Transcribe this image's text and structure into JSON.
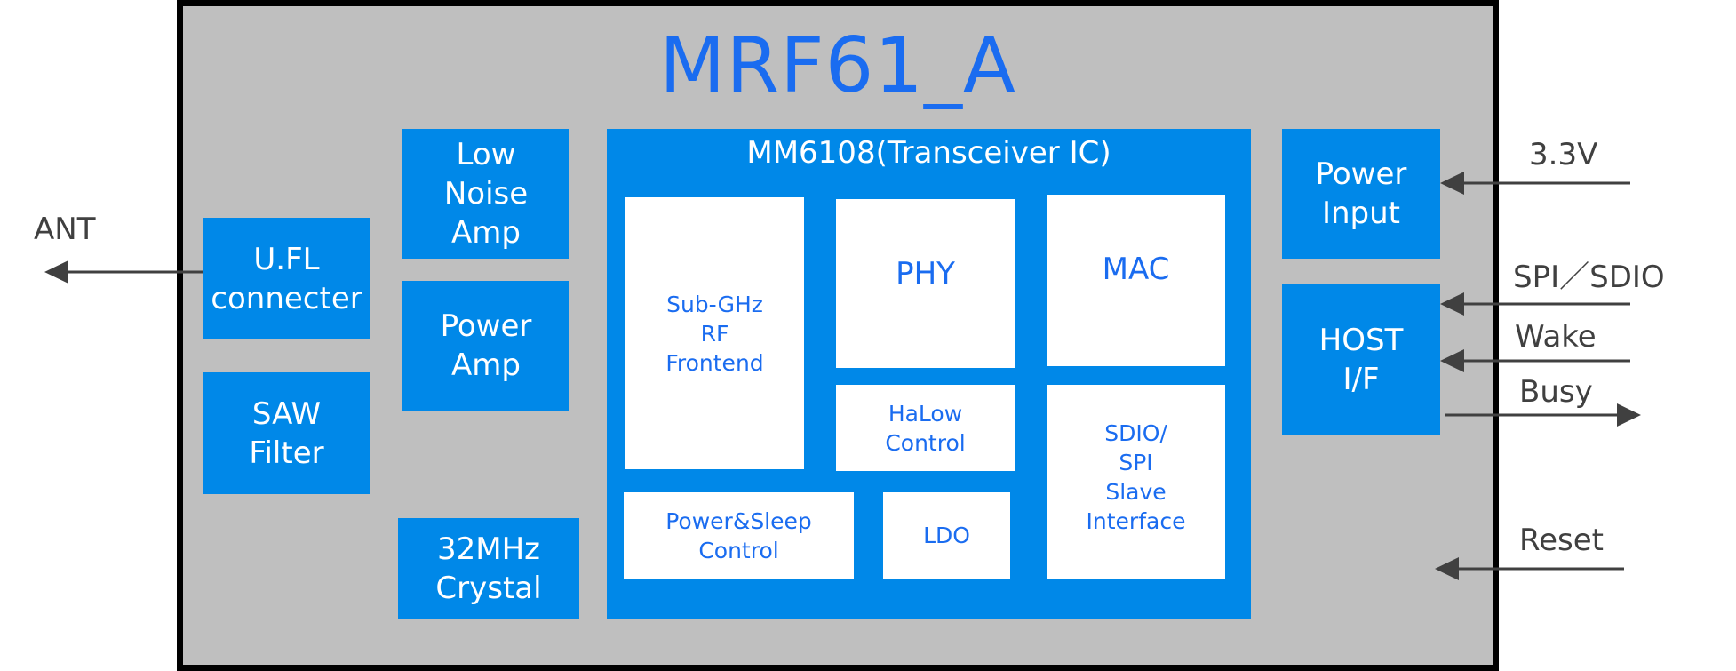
{
  "module": {
    "title": "MRF61_A"
  },
  "external_blocks": {
    "ufl": "U.FL\nconnecter",
    "saw": "SAW\nFilter",
    "lna": "Low\nNoise\nAmp",
    "pa": "Power\nAmp",
    "crystal": "32MHz\nCrystal",
    "power_input": "Power\nInput",
    "host_if": "HOST\nI/F"
  },
  "chip": {
    "title": "MM6108(Transceiver IC)",
    "blocks": {
      "rf_frontend": "Sub-GHz\nRF\nFrontend",
      "phy": "PHY",
      "mac": "MAC",
      "halow": "HaLow\nControl",
      "sdio": "SDIO/\nSPI\nSlave\nInterface",
      "power_sleep": "Power&Sleep\nControl",
      "ldo": "LDO"
    }
  },
  "signals": {
    "ant": "ANT",
    "v33": "3.3V",
    "spi_sdio": "SPI／SDIO",
    "wake": "Wake",
    "busy": "Busy",
    "reset": "Reset"
  },
  "colors": {
    "block_blue": "#0088e8",
    "title_blue": "#1a6cf0",
    "module_gray": "#bfbfbf",
    "arrow_gray": "#404040"
  }
}
